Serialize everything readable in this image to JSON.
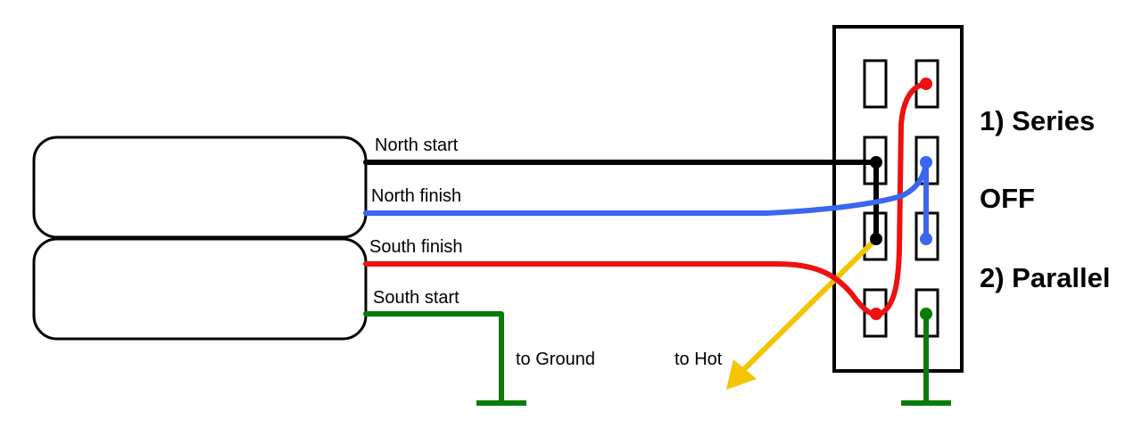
{
  "labels": {
    "north_start": "North start",
    "north_finish": "North finish",
    "south_finish": "South finish",
    "south_start": "South start",
    "to_ground": "to Ground",
    "to_hot": "to Hot"
  },
  "positions": {
    "series": "1) Series",
    "off": "OFF",
    "parallel": "2) Parallel"
  },
  "colors": {
    "north_start": "#000000",
    "north_finish": "#3a66f0",
    "south_finish": "#ee1111",
    "south_start": "#0a7a0a",
    "hot": "#f5c400"
  }
}
